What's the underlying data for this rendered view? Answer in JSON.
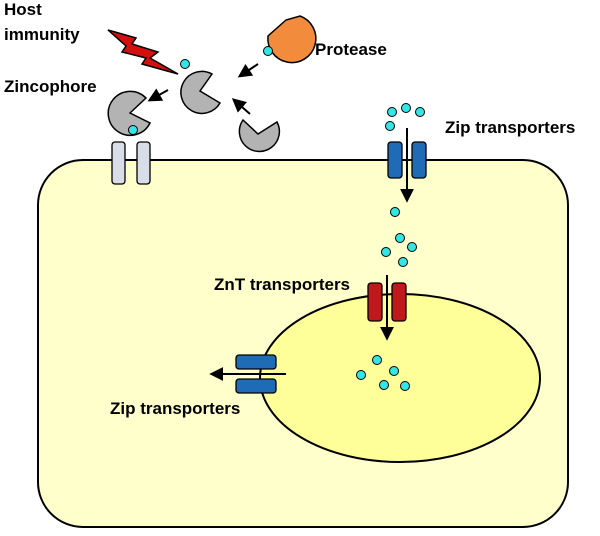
{
  "labels": {
    "host_line1": "Host",
    "host_line2": "immunity",
    "protease": "Protease",
    "zincophore": "Zincophore",
    "zip_transporters_top": "Zip transporters",
    "znt_transporters": "ZnT transporters",
    "zip_transporters_bottom": "Zip transporters"
  },
  "colors": {
    "cytoplasm_fill": "#ffffcc",
    "vacuole_fill": "#ffff99",
    "outline": "#000000",
    "zinc_ion": "#33e6e6",
    "protease": "#f28c3c",
    "zincophore": "#b3b3b3",
    "zincophore_receptor": "#d9dde8",
    "zip_transporter": "#1f6bb5",
    "znt_transporter": "#c0181b",
    "host_immunity_bolt": "#d40f0f"
  },
  "icons": {
    "host_immunity": "lightning-bolt-icon",
    "protease": "pacman-shape-icon",
    "zincophore": "pacman-shape-icon",
    "zinc": "dot-icon"
  }
}
